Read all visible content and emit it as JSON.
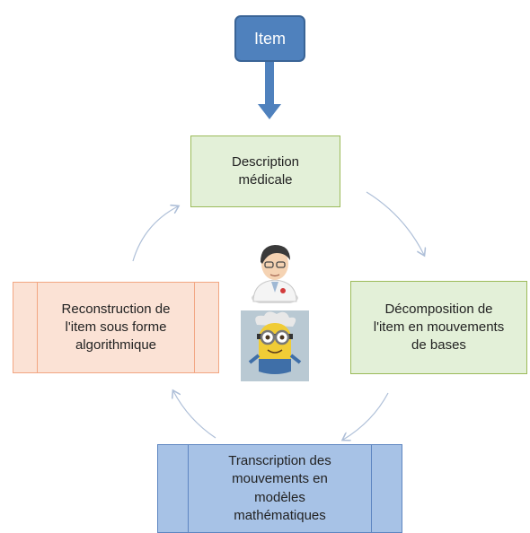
{
  "diagram": {
    "item_label": "Item",
    "description": "Description\nmédicale",
    "decomposition": "Décomposition de\nl'item en mouvements\nde bases",
    "transcription": "Transcription des\nmouvements en\nmodèles\nmathématiques",
    "reconstruction": "Reconstruction de\nl'item sous forme\nalgorithmique"
  },
  "colors": {
    "item_fill": "#4f81bd",
    "green_fill": "#e3f0d8",
    "orange_fill": "#fbe2d5",
    "blue_fill": "#a7c2e6",
    "arrow": "#aebfd8"
  },
  "icons": {
    "top": "doctor-avatar-icon",
    "bottom": "minion-scientist-icon"
  }
}
